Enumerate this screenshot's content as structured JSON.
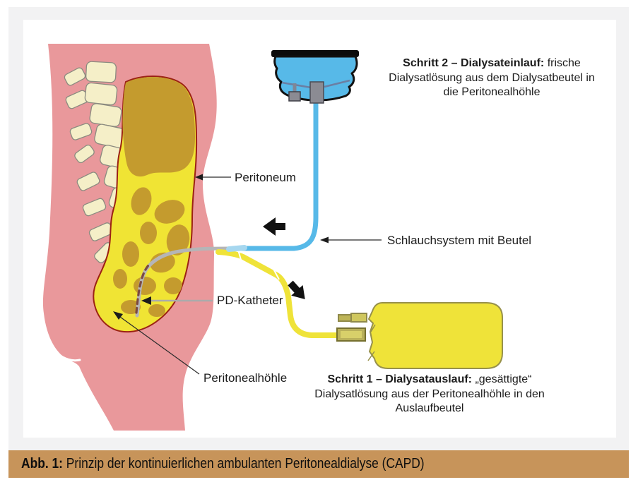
{
  "caption": {
    "label_bold": "Abb. 1:",
    "label_rest": "Prinzip der kontinuierlichen ambulanten Peritonealdialyse (CAPD)"
  },
  "figure": {
    "labels": {
      "peritoneum": "Peritoneum",
      "schlauchsystem": "Schlauchsystem mit Beutel",
      "pd_katheter": "PD-Katheter",
      "peritonealhoehle": "Peritonealhöhle"
    },
    "step2": {
      "bold": "Schritt 2 – Dialysateinlauf:",
      "rest": "frische Dialysatlösung aus dem Dialysatbeutel in die Peritonealhöhle"
    },
    "step1": {
      "bold": "Schritt 1 – Dialysatauslauf:",
      "rest": "„gesättigte“ Dialysatlösung aus der Peritonealhöhle in den Auslaufbeutel"
    },
    "icons": {
      "torso-cross-section": "side view of lower torso with spine and peritoneal cavity",
      "fresh-dialysate-bag-icon": "hanging blue dialysate bag",
      "drain-bag-icon": "yellow drainage bag lying flat",
      "inflow-arrow-icon": "bold black arrow pointing left",
      "outflow-arrow-icon": "bold black arrow pointing down-right"
    }
  },
  "colors": {
    "c-frame": "#F2F2F3",
    "c-caption": "#C7945A",
    "c-body": "#E9989B",
    "c-bone": "#F5EFC8",
    "c-bone-line": "#8B8B80",
    "c-gut": "#C49B2E",
    "c-fluid": "#F0E434",
    "c-cavity-line": "#9B2214",
    "c-blue": "#57B9E8",
    "c-blue-pale": "#A6D7EF",
    "c-yellow": "#EFE339",
    "c-yellow-line": "#97914B",
    "c-catheter": "#B5B5B7",
    "c-dash": "#7B4A42",
    "c-port": "#8B8B93",
    "c-ink": "#111111"
  }
}
